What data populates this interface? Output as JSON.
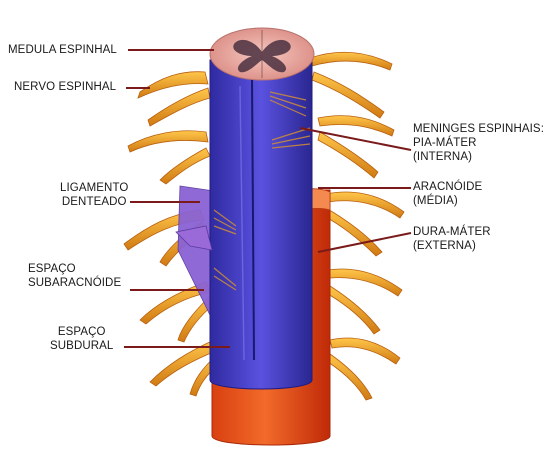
{
  "labels": {
    "medula": [
      "MEDULA ESPINHAL"
    ],
    "nervo": [
      "NERVO ESPINHAL"
    ],
    "meninges": [
      "MENINGES ESPINHAIS:",
      "PIA-MÁTER",
      "(INTERNA)"
    ],
    "ligamento": [
      "LIGAMENTO",
      "DENTEADO"
    ],
    "aracnoide": [
      "ARACNÓIDE",
      "(MÉDIA)"
    ],
    "espaco_sub": [
      "ESPAÇO",
      "SUBARACNÓIDE"
    ],
    "dura": [
      "DURA-MÁTER",
      "(EXTERNA)"
    ],
    "espaco_subdural": [
      "ESPAÇO",
      "SUBDURAL"
    ]
  },
  "colors": {
    "nerve": "#f0a020",
    "nerve_dark": "#c96a10",
    "dura": "#e8501a",
    "dura_dark": "#b8300c",
    "pia": "#4a43c8",
    "pia_dark": "#2a2690",
    "arachnoid": "#8a60d0",
    "cord_section": "#e8a8a0",
    "leader": "#7a1a1a"
  }
}
